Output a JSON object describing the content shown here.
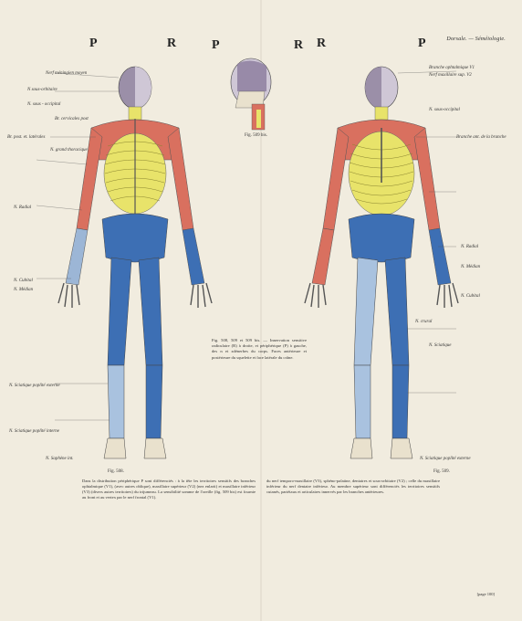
{
  "header": {
    "text": "Dorsale. — Séméiologie."
  },
  "letters": {
    "left_p": "P",
    "left_r": "R",
    "center_p": "P",
    "center_r": "R",
    "right_r": "R",
    "right_p": "P"
  },
  "figures": {
    "fig_left": "Fig. 508.",
    "fig_center": "Fig. 509 bis.",
    "fig_right": "Fig. 509."
  },
  "labels_left": [
    "Nerf méningien moyen",
    "N sous-orbitaire",
    "N. sous - occipital",
    "Br. cervicales post",
    "Br. post. et. latérales",
    "N. grand thoracique",
    "N. Radial",
    "N. Cubital",
    "N. Médian",
    "N. Sciatique poplité externe",
    "N. Sciatique poplité interne",
    "N. Saphène int."
  ],
  "labels_right": [
    "Branche ophtalmique V1",
    "Nerf maxillaire sup. V2",
    "N. sous-occipital",
    "Branche ant. de la branche",
    "N. Radial",
    "N. Médian",
    "N. Cubital",
    "N. crural",
    "N. Sciatique",
    "N. Sciatique poplité externe"
  ],
  "caption": "Fig. 508, 509 et 509 bis. — Innervation sensitive radiculaire (R) à droite, et périphérique (P) à gauche, des n et zdénerbes du corps. Faces antérieure et postérieure du squelette et face latérale du crâne.",
  "body_left": "Dans la distribution périphérique P sont différenciés : à la tête les territoires sensitifs des branches ophtalmique (V1), (avec autres oblique), maxillaire supérieur (V2) (nez enlarit) et maxillaire inférieur (V3) (divers autres territoires) du trijumeau. La sensibilité somme de l'oreille (fig. 509 bis) est fournie au front et au vertex par le nerf frontal (V1).",
  "body_right": "du nerf temporo-maxillaire (V3), sphéno-palatine, dentaires et sous-orbitaire (V2) ; celle du maxillaire inférieur du nerf dentaire inférieur. Au membre supérieur sont différenciés les territoires sensitifs cutanés, pariétaux et articulaires innervés par les branches antérieures.",
  "folio": "[page 100]",
  "colors": {
    "yellow": "#e8e36a",
    "red": "#d9705f",
    "blue": "#3d6fb4",
    "lightblue": "#a9c2df",
    "purple": "#8a7a9c",
    "bone": "#e9e1cd"
  }
}
